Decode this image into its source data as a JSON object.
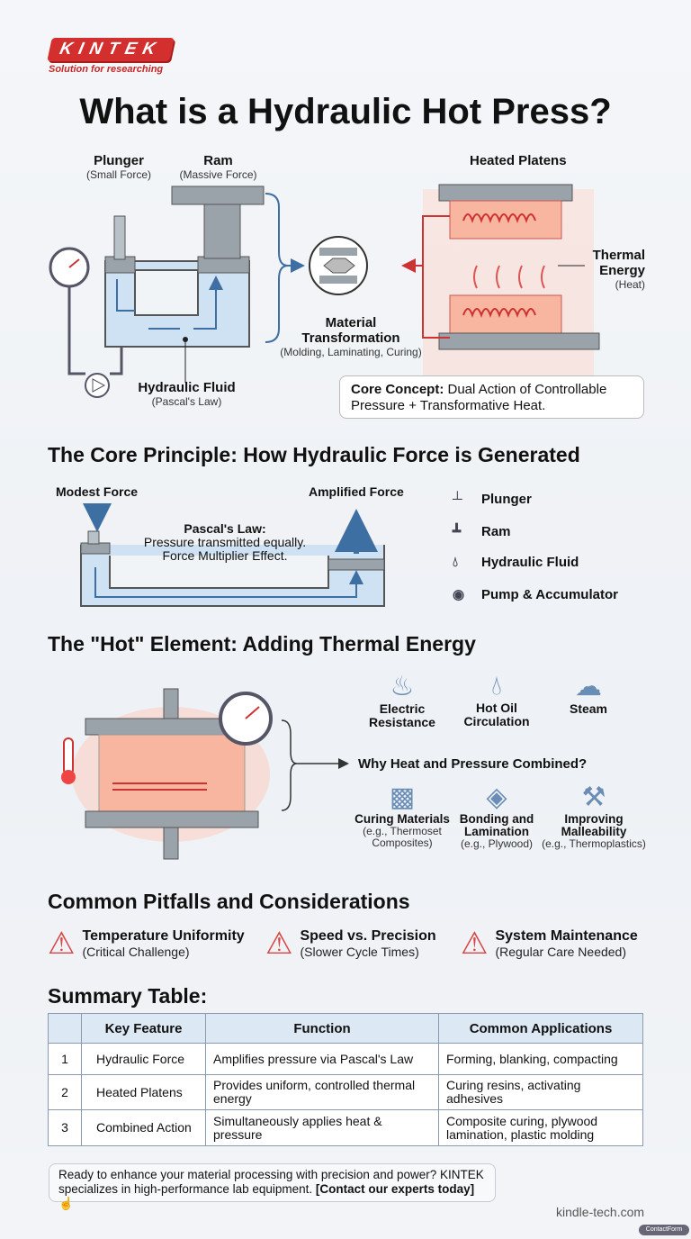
{
  "logo": {
    "name": "KINTEK",
    "tagline": "Solution for researching"
  },
  "title": "What is a Hydraulic Hot Press?",
  "hero": {
    "plunger": {
      "label": "Plunger",
      "sub": "(Small Force)"
    },
    "ram": {
      "label": "Ram",
      "sub": "(Massive Force)"
    },
    "fluid": {
      "label": "Hydraulic Fluid",
      "sub": "(Pascal's Law)"
    },
    "material": {
      "label": "Material Transformation",
      "sub": "(Molding, Laminating, Curing)"
    },
    "platens": {
      "label": "Heated Platens"
    },
    "thermal": {
      "label": "Thermal Energy",
      "sub": "(Heat)"
    },
    "concept": {
      "bold": "Core Concept:",
      "text": " Dual Action of Controllable Pressure + Transformative Heat."
    }
  },
  "principle": {
    "heading": "The Core Principle: How Hydraulic Force is Generated",
    "modest": "Modest Force",
    "amplified": "Amplified Force",
    "pascal_title": "Pascal's Law:",
    "pascal_l1": "Pressure transmitted equally.",
    "pascal_l2": "Force Multiplier Effect.",
    "legend": [
      "Plunger",
      "Ram",
      "Hydraulic Fluid",
      "Pump & Accumulator"
    ]
  },
  "hot": {
    "heading": "The \"Hot\" Element: Adding Thermal Energy",
    "methods": [
      {
        "l1": "Electric",
        "l2": "Resistance",
        "icon": "flame-icon"
      },
      {
        "l1": "Hot Oil",
        "l2": "Circulation",
        "icon": "droplet-icon"
      },
      {
        "l1": "Steam",
        "l2": "",
        "icon": "cloud-icon"
      }
    ],
    "why": "Why Heat and Pressure Combined?",
    "reasons": [
      {
        "l1": "Curing Materials",
        "l2": "",
        "s1": "(e.g., Thermoset",
        "s2": "Composites)"
      },
      {
        "l1": "Bonding and",
        "l2": "Lamination",
        "s1": "(e.g., Plywood)",
        "s2": ""
      },
      {
        "l1": "Improving",
        "l2": "Malleability",
        "s1": "(e.g., Thermoplastics)",
        "s2": ""
      }
    ]
  },
  "pitfalls": {
    "heading": "Common Pitfalls and Considerations",
    "items": [
      {
        "t": "Temperature Uniformity",
        "s": "(Critical Challenge)"
      },
      {
        "t": "Speed vs. Precision",
        "s": "(Slower Cycle Times)"
      },
      {
        "t": "System Maintenance",
        "s": "(Regular Care Needed)"
      }
    ]
  },
  "summary": {
    "heading": "Summary Table:",
    "headers": [
      "",
      "Key Feature",
      "Function",
      "Common Applications"
    ],
    "rows": [
      [
        "1",
        "Hydraulic Force",
        "Amplifies pressure via Pascal's Law",
        "Forming, blanking, compacting"
      ],
      [
        "2",
        "Heated Platens",
        "Provides uniform, controlled thermal energy",
        "Curing resins, activating adhesives"
      ],
      [
        "3",
        "Combined Action",
        "Simultaneously applies heat & pressure",
        "Composite curing, plywood lamination, plastic molding"
      ]
    ]
  },
  "cta": {
    "text": "Ready to enhance your material processing with precision and power? KINTEK specializes in high-performance lab equipment. ",
    "link": "[Contact our experts today]"
  },
  "site": "kindle-tech.com",
  "badge": "ContactForm",
  "colors": {
    "brand": "#d32f2f",
    "fluid": "#cfe2f3",
    "steel": "#8c949c",
    "heat": "#f6a28c",
    "accent": "#3e6fa3"
  }
}
